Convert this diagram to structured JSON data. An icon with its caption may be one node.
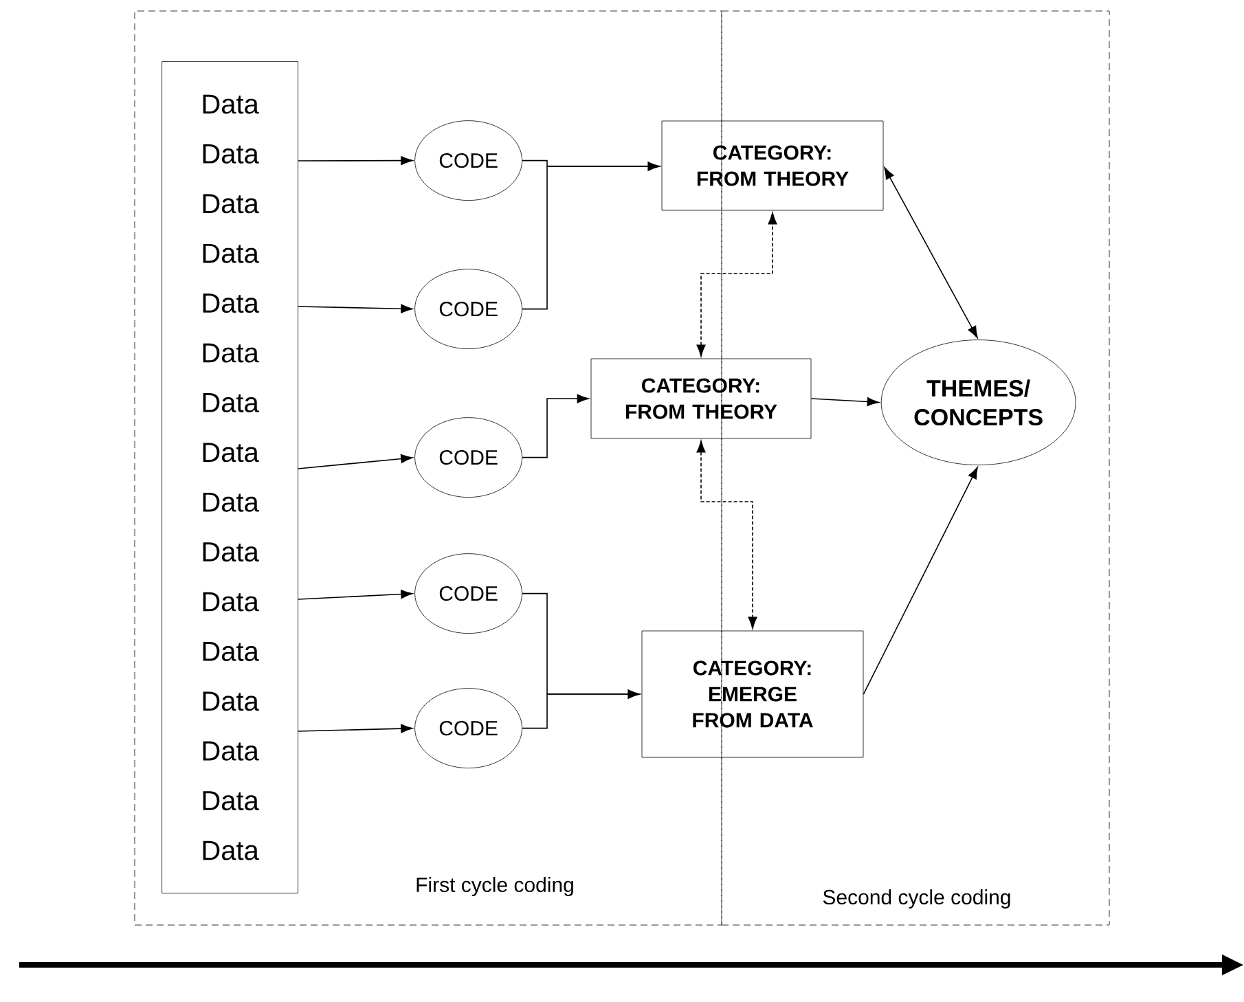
{
  "diagram": {
    "nodes": [
      {
        "text": [
          "First cycle coding"
        ]
      },
      {
        "text": [
          "Second cycle coding"
        ]
      },
      {
        "text": [
          "Data",
          "Data",
          "Data",
          "Data",
          "Data",
          "Data",
          "Data",
          "Data",
          "Data",
          "Data",
          "Data",
          "Data",
          "Data",
          "Data",
          "Data",
          "Data"
        ],
        "in": 0
      },
      {
        "text": [
          "CODE"
        ],
        "in": 0
      },
      {
        "text": [
          "CODE"
        ],
        "in": 0
      },
      {
        "text": [
          "CODE"
        ],
        "in": 0
      },
      {
        "text": [
          "CODE"
        ],
        "in": 0
      },
      {
        "text": [
          "CODE"
        ],
        "in": 0
      },
      {
        "text": [
          "CATEGORY: FROM THEORY"
        ]
      },
      {
        "text": [
          "CATEGORY: FROM THEORY"
        ]
      },
      {
        "text": [
          "CATEGORY: EMERGE FROM DATA"
        ]
      },
      {
        "text": [
          "THEMES/ CONCEPTS"
        ],
        "in": 1
      }
    ],
    "edges": [
      {
        "from": 2,
        "to": 3,
        "arrow": "to"
      },
      {
        "from": 2,
        "to": 4,
        "arrow": "to"
      },
      {
        "from": 2,
        "to": 5,
        "arrow": "to"
      },
      {
        "from": 2,
        "to": 6,
        "arrow": "to"
      },
      {
        "from": 2,
        "to": 7,
        "arrow": "to"
      },
      {
        "from": 3,
        "to": 8,
        "arrow": "to"
      },
      {
        "from": 4,
        "to": 8,
        "arrow": "to"
      },
      {
        "from": 5,
        "to": 9,
        "arrow": "to"
      },
      {
        "from": 6,
        "to": 10,
        "arrow": "to"
      },
      {
        "from": 7,
        "to": 10,
        "arrow": "to"
      },
      {
        "from": 9,
        "to": 8,
        "arrow": "both",
        "style": "dashed"
      },
      {
        "from": 9,
        "to": 10,
        "arrow": "both",
        "style": "dashed"
      },
      {
        "from": 8,
        "to": 11,
        "arrow": "both"
      },
      {
        "from": 9,
        "to": 11,
        "arrow": "to"
      },
      {
        "from": 10,
        "to": 11,
        "arrow": "to"
      }
    ]
  }
}
